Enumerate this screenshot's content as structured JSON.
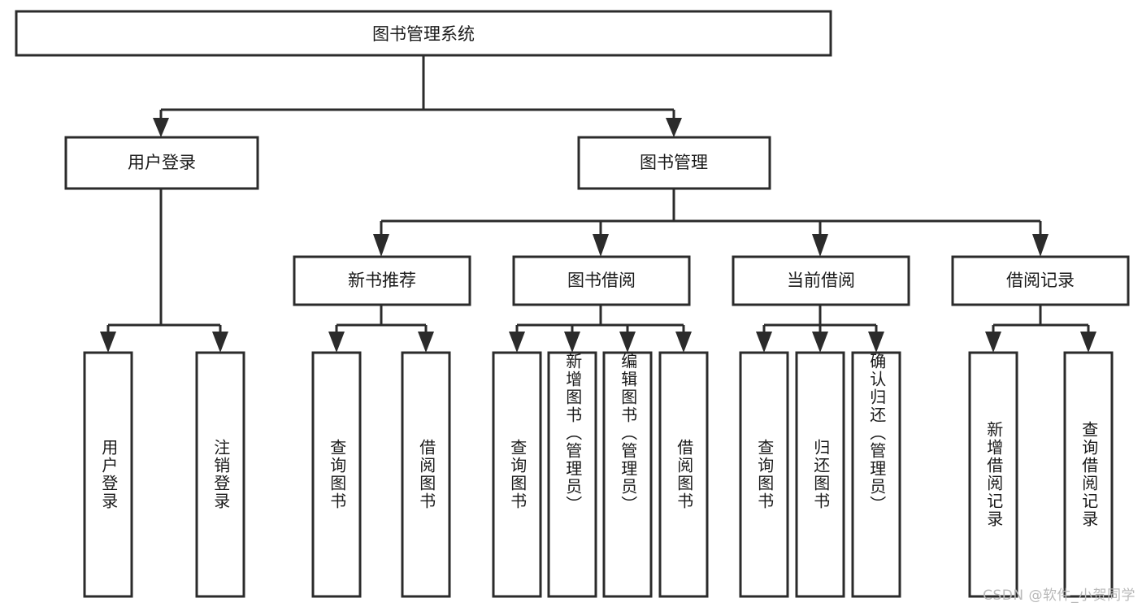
{
  "diagram": {
    "title": "图书管理系统",
    "type": "tree-hierarchy",
    "watermark": "CSDN @软件_小贺同学",
    "colors": {
      "background": "#ffffff",
      "stroke": "#2b2b2b",
      "text": "#1a1a1a",
      "watermark": "#b9b9b9"
    },
    "root": {
      "label": "图书管理系统"
    },
    "level2": [
      {
        "label": "用户登录"
      },
      {
        "label": "图书管理"
      }
    ],
    "level3": [
      {
        "label": "新书推荐"
      },
      {
        "label": "图书借阅"
      },
      {
        "label": "当前借阅"
      },
      {
        "label": "借阅记录"
      }
    ],
    "leaves": {
      "user_login": [
        {
          "label": "用户登录"
        },
        {
          "label": "注销登录"
        }
      ],
      "new_book_recommend": [
        {
          "label": "查询图书"
        },
        {
          "label": "借阅图书"
        }
      ],
      "book_borrow": [
        {
          "label": "查询图书"
        },
        {
          "label": "新增图书（管理员）"
        },
        {
          "label": "编辑图书（管理员）"
        },
        {
          "label": "借阅图书"
        }
      ],
      "current_borrow": [
        {
          "label": "查询图书"
        },
        {
          "label": "归还图书"
        },
        {
          "label": "确认归还（管理员）"
        }
      ],
      "borrow_record": [
        {
          "label": "新增借阅记录"
        },
        {
          "label": "查询借阅记录"
        }
      ]
    }
  }
}
